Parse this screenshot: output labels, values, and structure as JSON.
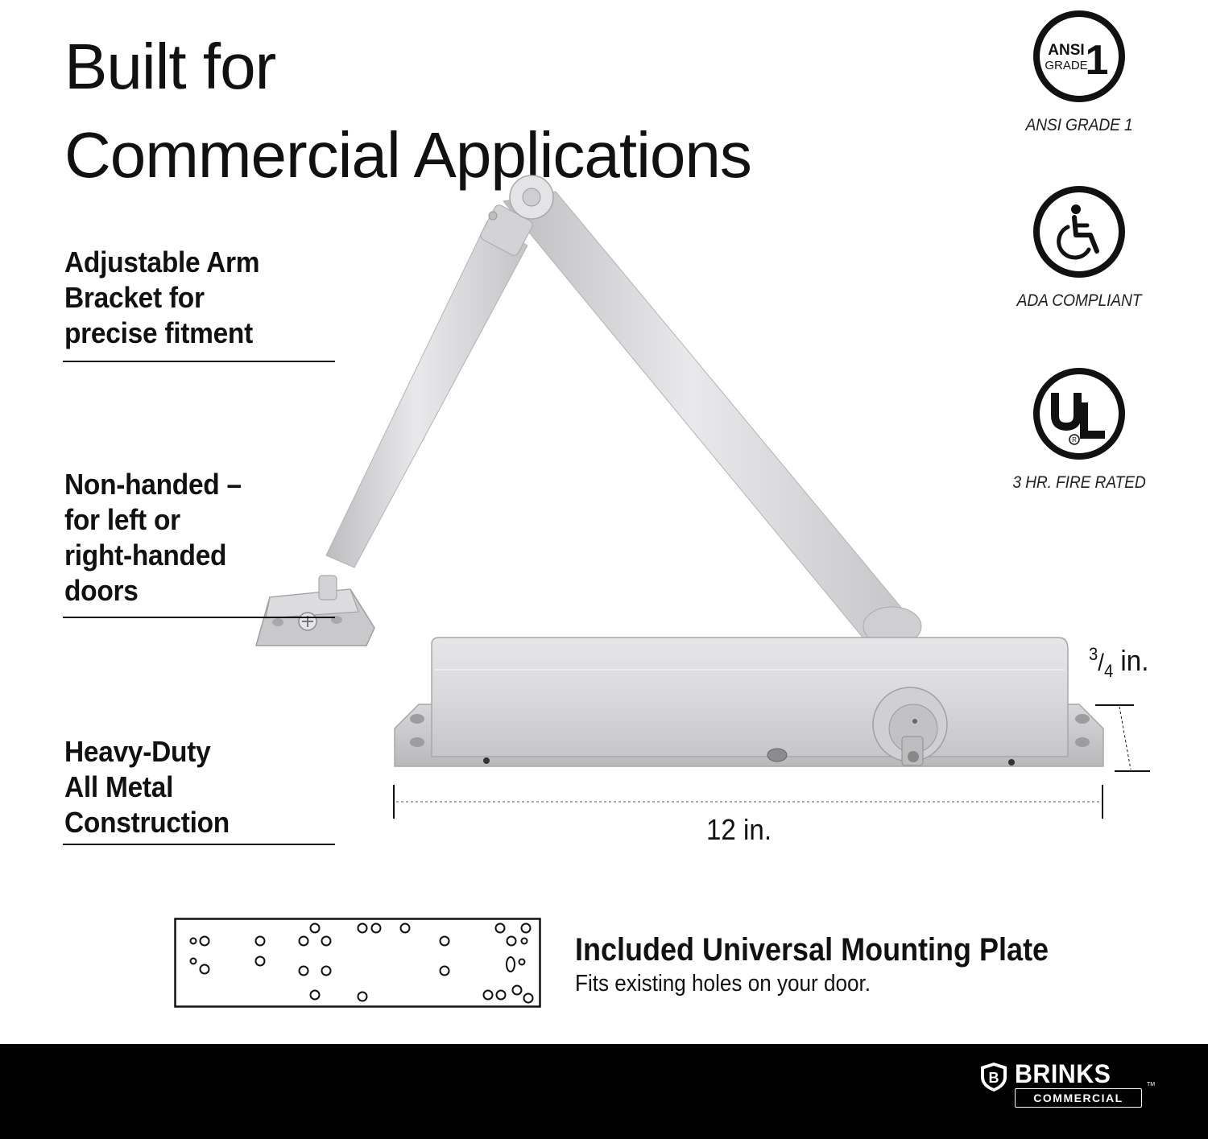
{
  "title": {
    "line1": "Built for",
    "line2": "Commercial Applications"
  },
  "features": [
    {
      "lines": [
        "Adjustable Arm",
        "Bracket for",
        "precise fitment"
      ]
    },
    {
      "lines": [
        "Non-handed –",
        "for left or",
        "right-handed",
        "doors"
      ]
    },
    {
      "lines": [
        "Heavy-Duty",
        "All Metal",
        "Construction"
      ]
    }
  ],
  "badges": [
    {
      "icon": "ansi-grade-1-icon",
      "caption": "ANSI GRADE 1",
      "mark_line1": "ANSI",
      "mark_line2": "GRADE",
      "mark_number": "1"
    },
    {
      "icon": "wheelchair-accessibility-icon",
      "caption": "ADA COMPLIANT"
    },
    {
      "icon": "ul-listed-icon",
      "caption": "3 HR. FIRE RATED",
      "mark": "UL"
    }
  ],
  "dimensions": {
    "height_num": "3",
    "height_den": "4",
    "height_unit": " in.",
    "length": "12 in."
  },
  "plate": {
    "title": "Included Universal Mounting Plate",
    "subtitle": "Fits existing holes on your door."
  },
  "brand": {
    "name": "BRINKS",
    "sub": "COMMERCIAL",
    "shield_letter": "B",
    "tm": "TM"
  },
  "colors": {
    "footer": "#000000",
    "metal": "#d6d6d8",
    "text": "#111111"
  }
}
